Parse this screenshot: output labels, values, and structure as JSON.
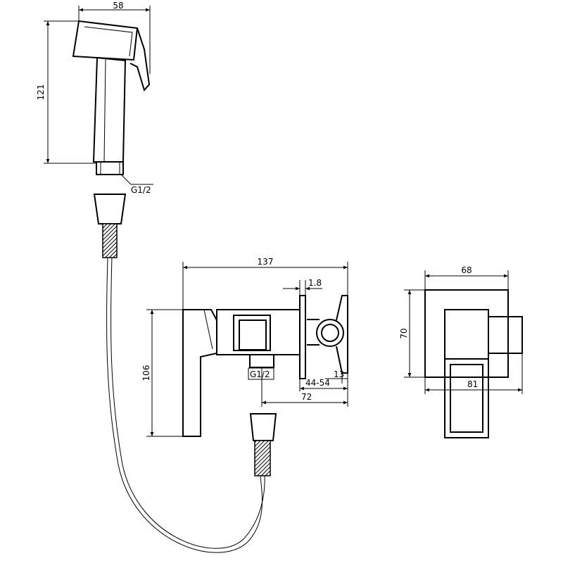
{
  "dimensions": {
    "spray_width": "58",
    "spray_height": "121",
    "spray_thread": "G1/2",
    "valve_length": "137",
    "flange_thickness": "1.8",
    "valve_height": "106",
    "outlet_thread": "G1/2",
    "outlet_offset": "13",
    "wall_range": "44-54",
    "outlet_distance": "72",
    "plate_width": "68",
    "plate_height": "70",
    "plate_depth": "81"
  }
}
